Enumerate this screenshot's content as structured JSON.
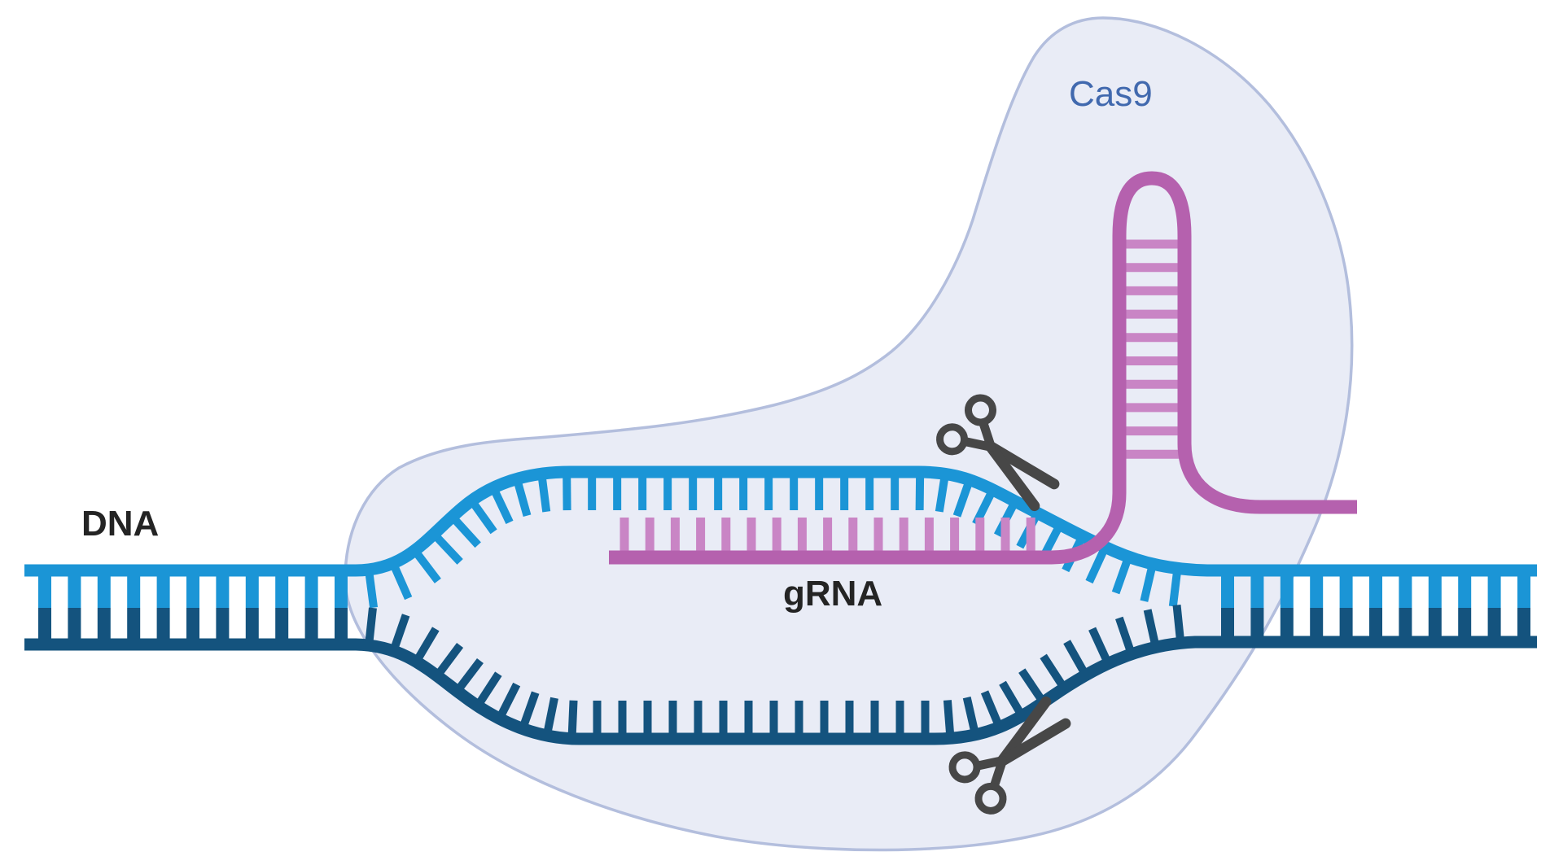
{
  "diagram": {
    "title_implicit": "CRISPR-Cas9 gene editing mechanism",
    "labels": {
      "dna": "DNA",
      "grna": "gRNA",
      "cas9": "Cas9"
    },
    "icons": {
      "scissors_top": "scissors-icon",
      "scissors_bottom": "scissors-icon"
    },
    "colors": {
      "background": "#ffffff",
      "dna_light": "#1b95d6",
      "dna_dark": "#14537e",
      "grna": "#b561ae",
      "grna_light": "#c985c5",
      "blob_fill": "#e9ecf6",
      "blob_border": "#b3bedd",
      "cas9_label": "#4169ae",
      "label_dark": "#242424",
      "scissors": "#474747"
    }
  }
}
